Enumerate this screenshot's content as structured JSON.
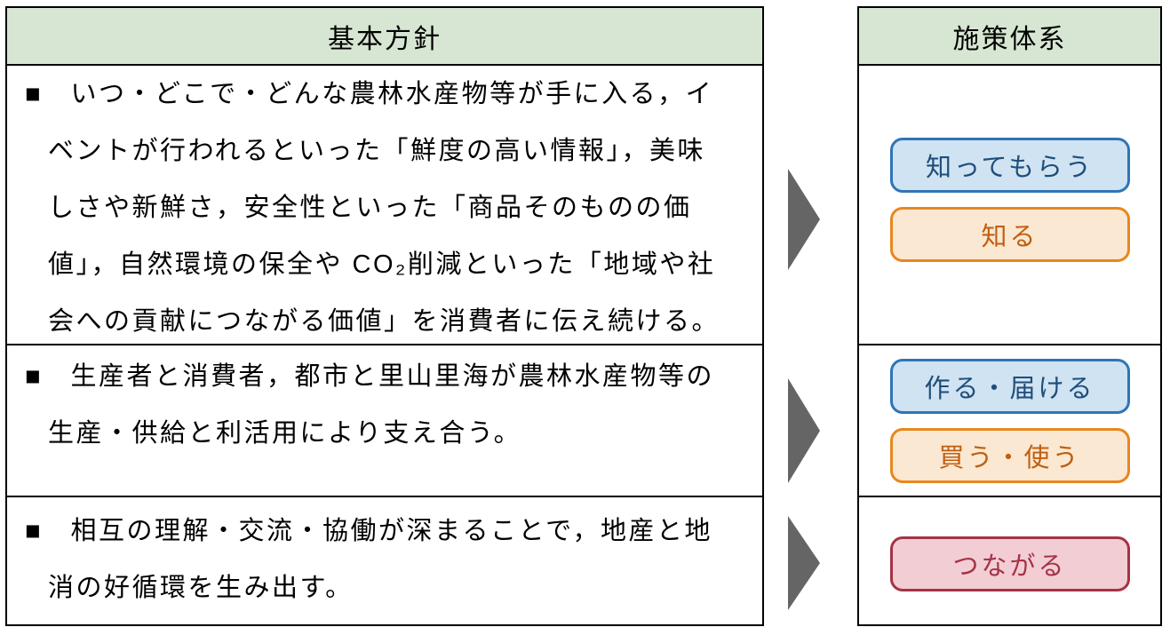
{
  "left_table": {
    "header": "基本方針",
    "rows": [
      {
        "lines": [
          "■　いつ・どこで・どんな農林水産物等が手に入る，イ",
          "ベントが行われるといった「鮮度の高い情報」，美味",
          "しさや新鮮さ，安全性といった「商品そのものの価",
          "値」，自然環境の保全や CO₂削減といった「地域や社",
          "会への貢献につながる価値」を消費者に伝え続ける。"
        ]
      },
      {
        "lines": [
          "■　生産者と消費者，都市と里山里海が農林水産物等の",
          "生産・供給と利活用により支え合う。"
        ]
      },
      {
        "lines": [
          "■　相互の理解・交流・協働が深まることで，地産と地",
          "消の好循環を生み出す。"
        ]
      }
    ]
  },
  "right_panel": {
    "header": "施策体系",
    "groups": [
      {
        "badges": [
          {
            "label": "知ってもらう",
            "style": "blue"
          },
          {
            "label": "知る",
            "style": "orange"
          }
        ]
      },
      {
        "badges": [
          {
            "label": "作る・届ける",
            "style": "blue"
          },
          {
            "label": "買う・使う",
            "style": "orange"
          }
        ]
      },
      {
        "badges": [
          {
            "label": "つながる",
            "style": "red"
          }
        ]
      }
    ]
  },
  "icons": {
    "flow_arrow": "right-arrow-triangle"
  },
  "colors": {
    "header_green": "#d7e6d2",
    "table_border": "#000000",
    "arrow_gray": "#656565",
    "badge_blue_fill": "#cfe3f2",
    "badge_blue_border": "#2e75b6",
    "badge_blue_text": "#1f4e79",
    "badge_orange_fill": "#fbe8d2",
    "badge_orange_border": "#e8871e",
    "badge_orange_text": "#c05f10",
    "badge_red_fill": "#f3cdd4",
    "badge_red_border": "#a43346",
    "badge_red_text": "#a43346"
  }
}
